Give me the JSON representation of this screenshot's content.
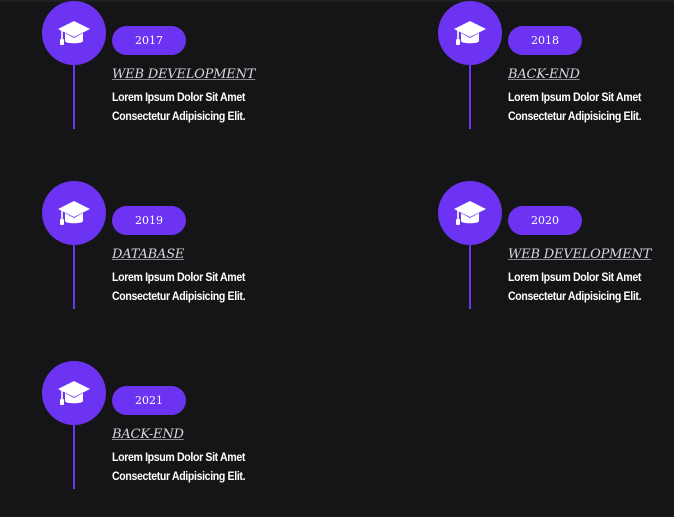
{
  "accent_color": "#6c33f2",
  "background_color": "#151517",
  "icon": "graduation-cap-icon",
  "timeline": {
    "items": [
      {
        "year": "2017",
        "title": "WEB DEVELOPMENT",
        "desc_line1": "Lorem Ipsum Dolor Sit Amet",
        "desc_line2": "Consectetur Adipisicing Elit."
      },
      {
        "year": "2018",
        "title": "BACK-END",
        "desc_line1": "Lorem Ipsum Dolor Sit Amet",
        "desc_line2": "Consectetur Adipisicing Elit."
      },
      {
        "year": "2019",
        "title": "DATABASE",
        "desc_line1": "Lorem Ipsum Dolor Sit Amet",
        "desc_line2": "Consectetur Adipisicing Elit."
      },
      {
        "year": "2020",
        "title": "WEB DEVELOPMENT",
        "desc_line1": "Lorem Ipsum Dolor Sit Amet",
        "desc_line2": "Consectetur Adipisicing Elit."
      },
      {
        "year": "2021",
        "title": "BACK-END",
        "desc_line1": "Lorem Ipsum Dolor Sit Amet",
        "desc_line2": "Consectetur Adipisicing Elit."
      }
    ]
  }
}
